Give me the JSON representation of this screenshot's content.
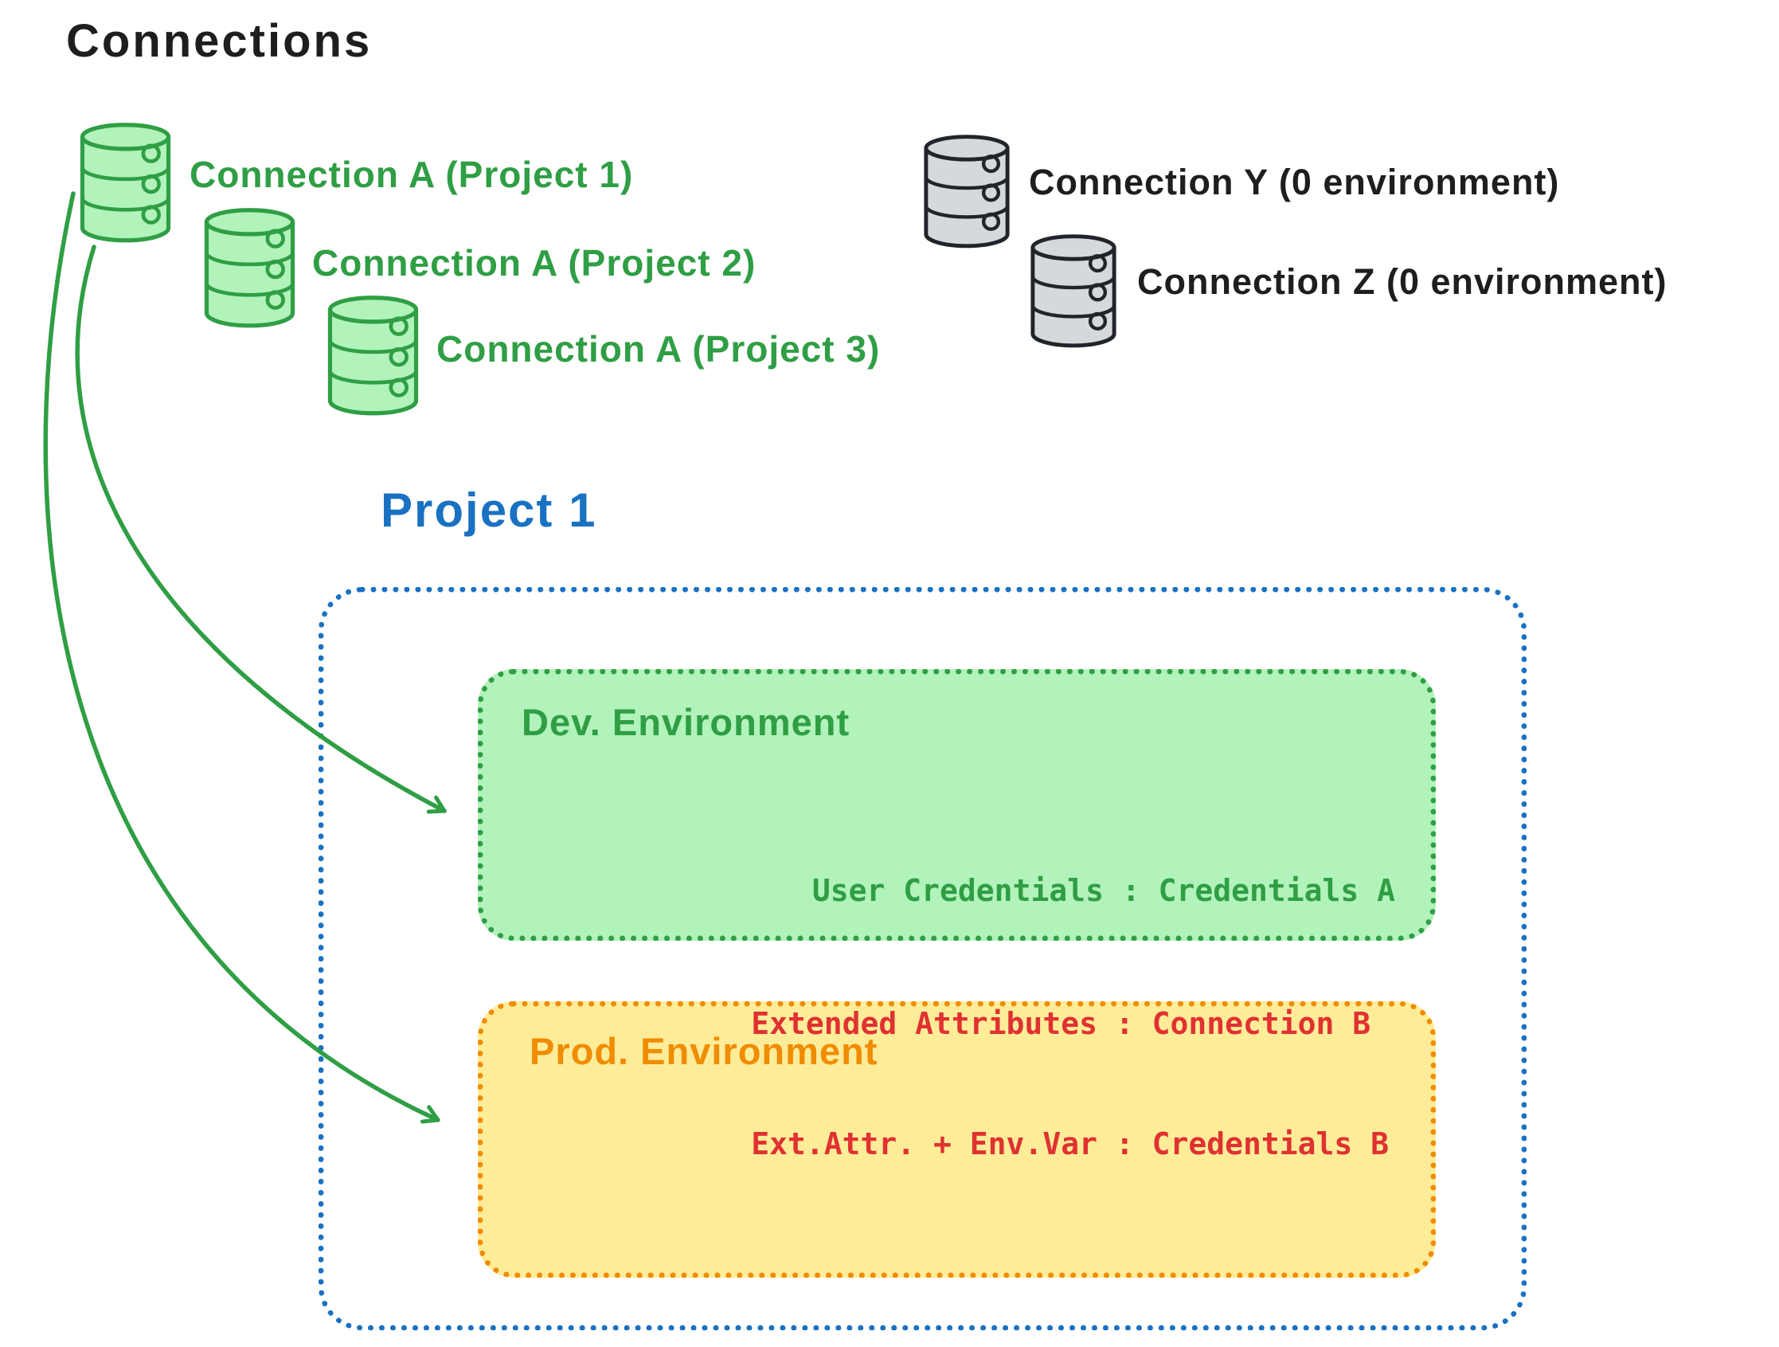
{
  "title": "Connections",
  "palette": {
    "green_stroke": "#2f9e44",
    "green_fill": "#b2f2bb",
    "gray_stroke": "#212529",
    "gray_fill": "#d5d9dd",
    "blue": "#1971c2",
    "orange": "#f08c00",
    "yellow_fill": "#ffec99",
    "red": "#e03131",
    "ink": "#1e1e1e"
  },
  "connections": {
    "green": [
      {
        "label": "Connection A (Project 1)"
      },
      {
        "label": "Connection A (Project 2)"
      },
      {
        "label": "Connection A (Project 3)"
      }
    ],
    "gray": [
      {
        "label": "Connection Y (0 environment)"
      },
      {
        "label": "Connection Z (0 environment)"
      }
    ]
  },
  "project": {
    "title": "Project 1",
    "dev": {
      "title": "Dev. Environment",
      "mapping": "User Credentials : Credentials A"
    },
    "prod": {
      "title": "Prod. Environment",
      "mappings": [
        "Extended Attributes : Connection B",
        "Ext.Attr. + Env.Var : Credentials B"
      ]
    }
  }
}
